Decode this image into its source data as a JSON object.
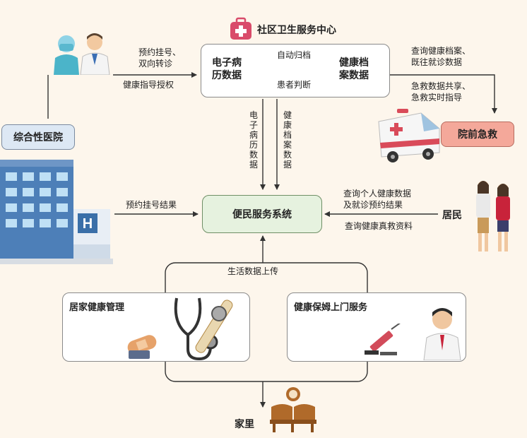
{
  "center": {
    "title": "社区卫生服务中心",
    "emr": "电子病\n历数据",
    "health_records": "健康档\n案数据",
    "auto_archive": "自动归档",
    "patient_judgment": "患者判断"
  },
  "hospital": {
    "label": "综合性医院",
    "appointment_referral": "预约挂号、\n双向转诊",
    "health_guidance": "健康指导授权",
    "appointment_result": "预约挂号结果"
  },
  "emergency": {
    "label": "院前急救",
    "query_records": "查询健康档案、\n既往就诊数据",
    "emergency_share": "急救数据共享、\n急救实时指导"
  },
  "vertical": {
    "emr": "电子病历数据",
    "health": "健康档案数据"
  },
  "service_system": {
    "label": "便民服务系统"
  },
  "residents": {
    "label": "居民",
    "query_personal": "查询个人健康数据\n及就诊预约结果",
    "query_first_aid": "查询健康真救资料"
  },
  "home": {
    "upload": "生活数据上传",
    "health_mgmt": "居家健康管理",
    "nanny_service": "健康保姆上门服务",
    "label": "家里"
  }
}
